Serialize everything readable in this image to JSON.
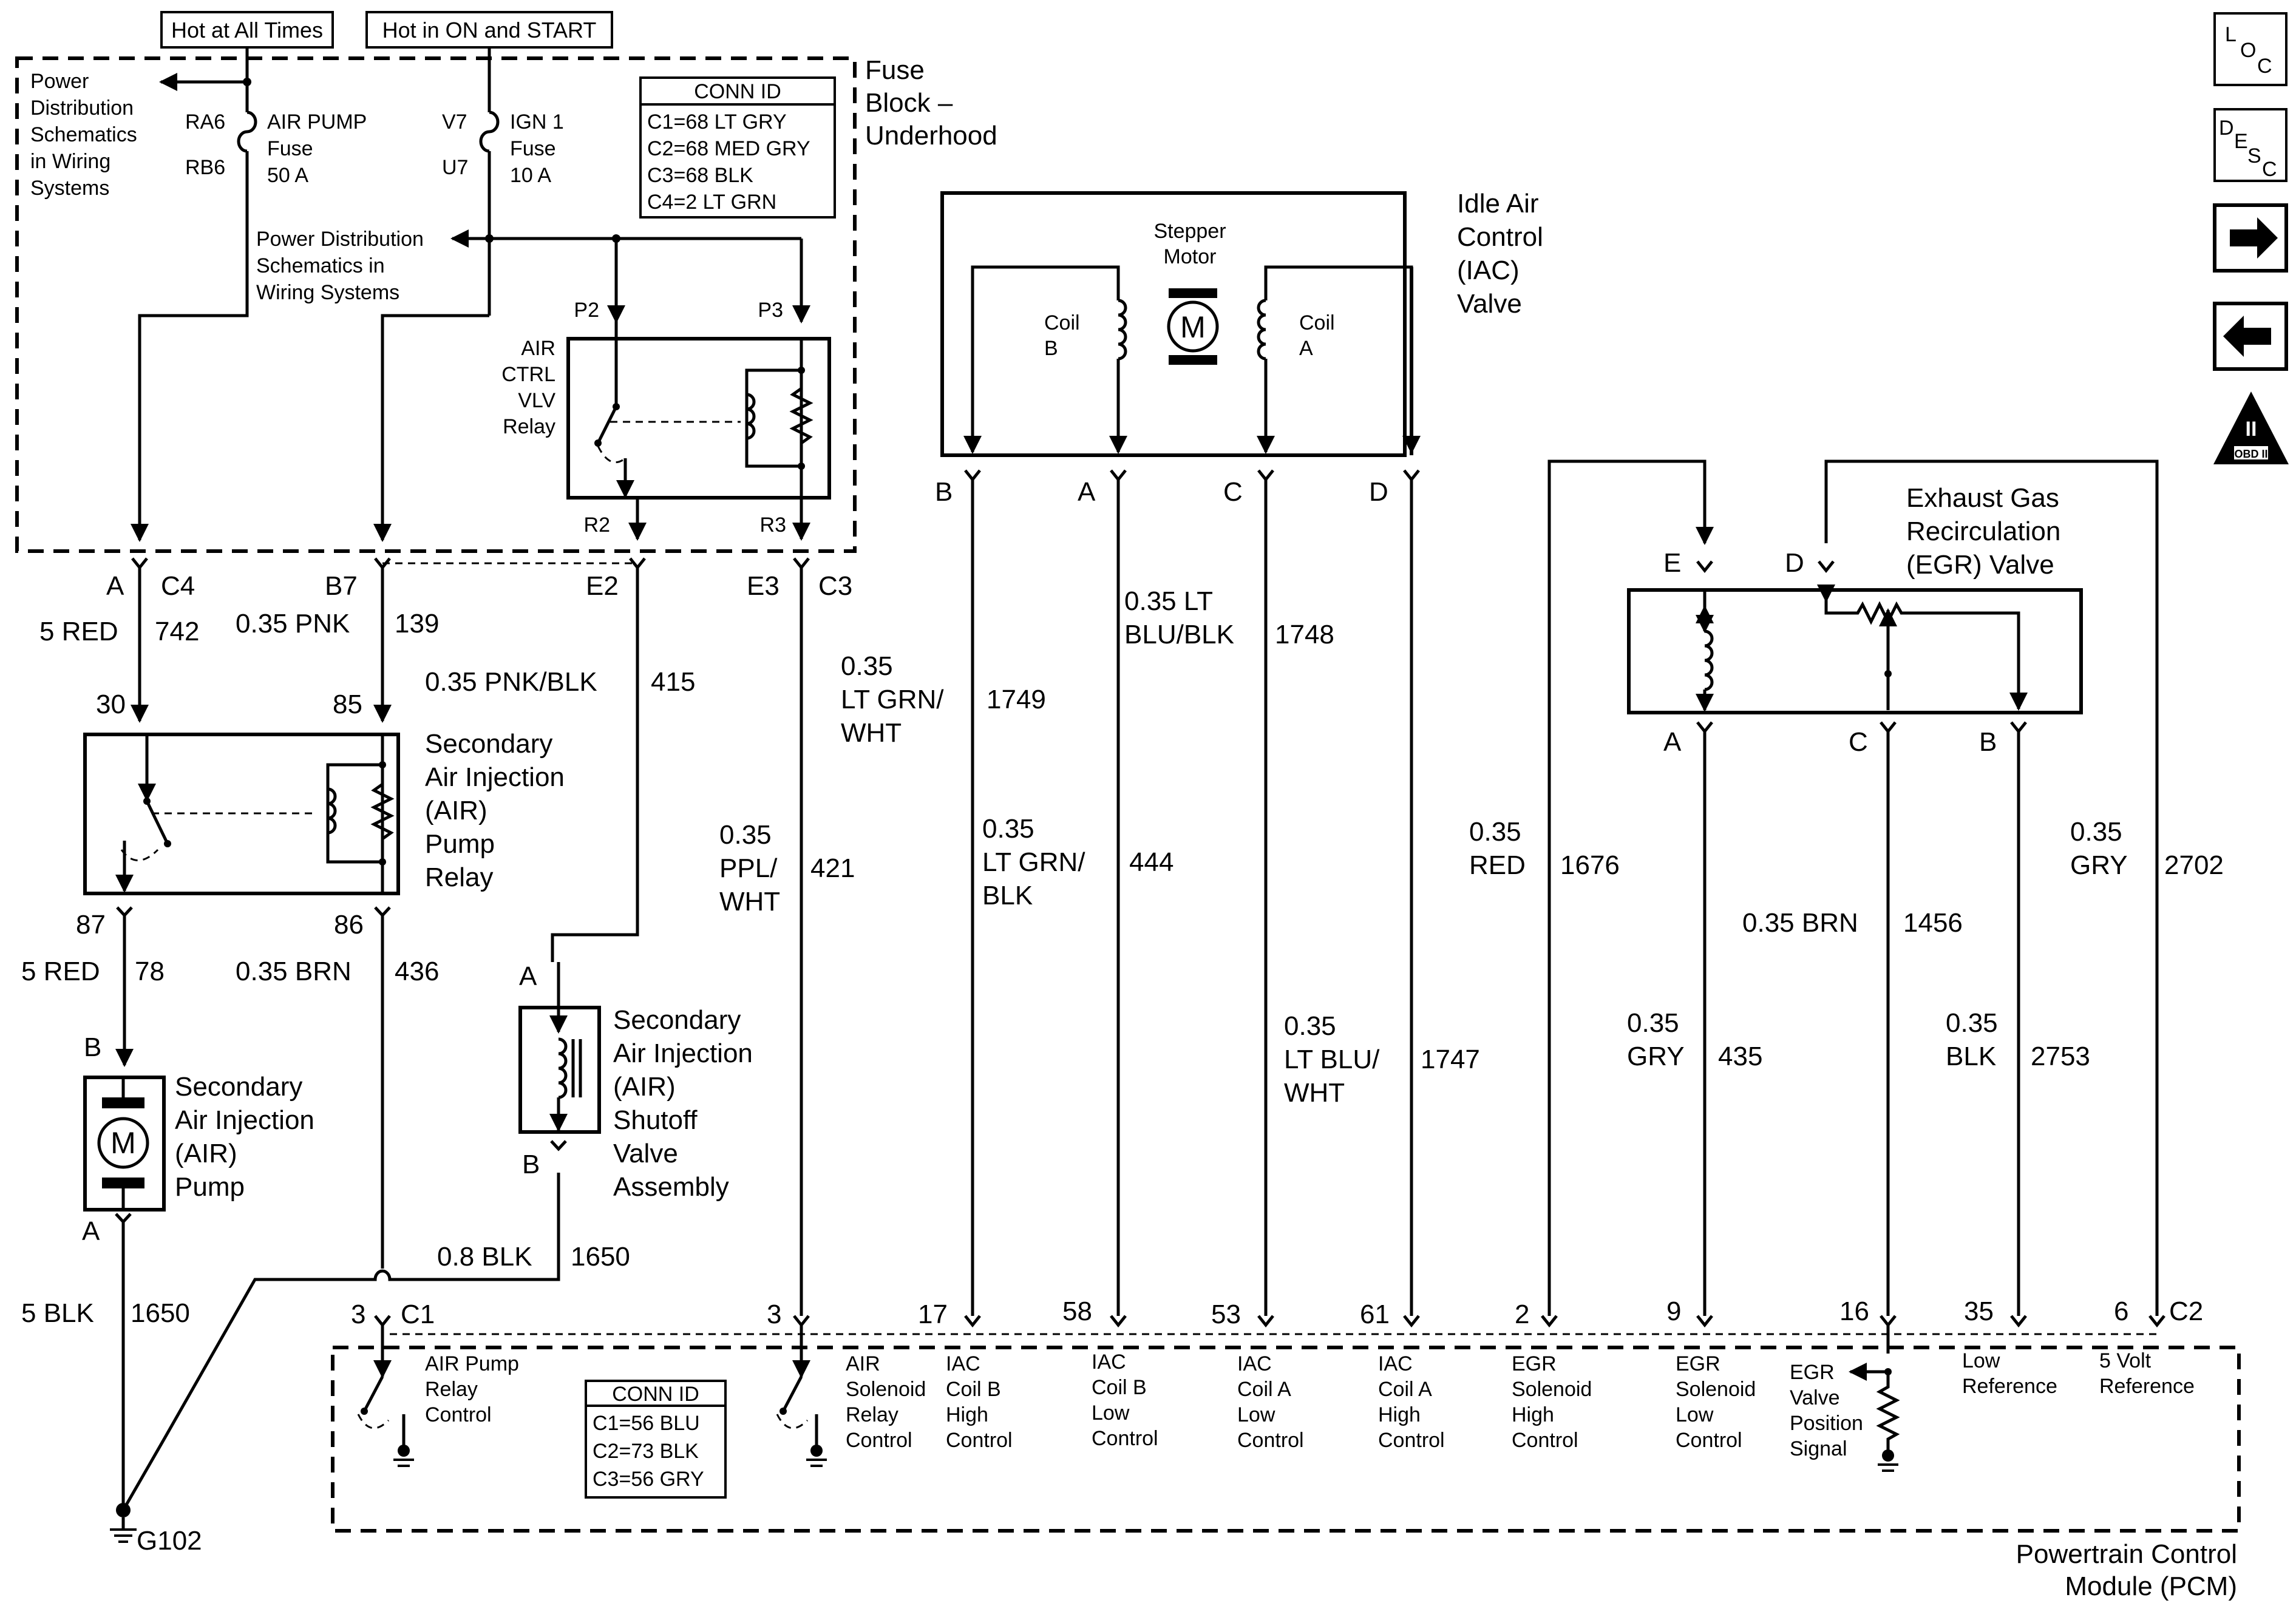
{
  "top_labels": {
    "hot_at_all_times": "Hot at All Times",
    "hot_in_on_start": "Hot in ON and START"
  },
  "fuse_block": {
    "title": [
      "Fuse",
      "Block –",
      "Underhood"
    ],
    "power_dist_1": [
      "Power",
      "Distribution",
      "Schematics",
      "in Wiring",
      "Systems"
    ],
    "power_dist_2": [
      "Power Distribution",
      "Schematics in",
      "Wiring Systems"
    ],
    "fuse_air": {
      "pin_in": "RA6",
      "pin_out": "RB6",
      "label": [
        "AIR PUMP",
        "Fuse",
        "50 A"
      ]
    },
    "fuse_ign": {
      "pin_in": "V7",
      "pin_out": "U7",
      "label": [
        "IGN 1",
        "Fuse",
        "10 A"
      ]
    },
    "conn_id": {
      "title": "CONN ID",
      "rows": [
        "C1=68 LT GRY",
        "C2=68 MED GRY",
        "C3=68 BLK",
        "C4=2 LT GRN"
      ]
    },
    "relay": {
      "label": [
        "AIR",
        "CTRL",
        "VLV",
        "Relay"
      ],
      "pins": [
        "P2",
        "P3",
        "R2",
        "R3"
      ]
    },
    "out_pins": {
      "a": "A",
      "c4": "C4",
      "b7": "B7",
      "e2": "E2",
      "e3": "E3",
      "c3": "C3"
    }
  },
  "wires": {
    "w742": {
      "size": "5 RED",
      "circuit": "742"
    },
    "w139": {
      "size": "0.35 PNK",
      "circuit": "139"
    },
    "w415": {
      "size": "0.35 PNK/BLK",
      "circuit": "415"
    },
    "w421": {
      "size": [
        "0.35",
        "PPL/",
        "WHT"
      ],
      "circuit": "421"
    },
    "w1749": {
      "size": [
        "0.35",
        "LT GRN/",
        "WHT"
      ],
      "circuit": "1749"
    },
    "w444": {
      "size": [
        "0.35",
        "LT GRN/",
        "BLK"
      ],
      "circuit": "444"
    },
    "w1748": {
      "size": [
        "0.35 LT",
        "BLU/BLK"
      ],
      "circuit": "1748"
    },
    "w1747": {
      "size": [
        "0.35",
        "LT BLU/",
        "WHT"
      ],
      "circuit": "1747"
    },
    "w1676": {
      "size": [
        "0.35",
        "RED"
      ],
      "circuit": "1676"
    },
    "w435": {
      "size": [
        "0.35",
        "GRY"
      ],
      "circuit": "435"
    },
    "w1456": {
      "size": "0.35 BRN",
      "circuit": "1456"
    },
    "w2753": {
      "size": [
        "0.35",
        "BLK"
      ],
      "circuit": "2753"
    },
    "w2702": {
      "size": [
        "0.35",
        "GRY"
      ],
      "circuit": "2702"
    },
    "w78": {
      "size": "5 RED",
      "circuit": "78"
    },
    "w436": {
      "size": "0.35 BRN",
      "circuit": "436"
    },
    "w1650a": {
      "size": "0.8 BLK",
      "circuit": "1650"
    },
    "w1650b": {
      "size": "5 BLK",
      "circuit": "1650"
    }
  },
  "pump_relay": {
    "label": [
      "Secondary",
      "Air Injection",
      "(AIR)",
      "Pump",
      "Relay"
    ],
    "pins": [
      "30",
      "85",
      "87",
      "86"
    ]
  },
  "air_pump": {
    "label": [
      "Secondary",
      "Air Injection",
      "(AIR)",
      "Pump"
    ],
    "pin_b": "B",
    "pin_a": "A",
    "motor": "M"
  },
  "shutoff_valve": {
    "label": [
      "Secondary",
      "Air Injection",
      "(AIR)",
      "Shutoff",
      "Valve",
      "Assembly"
    ],
    "pin_a": "A",
    "pin_b": "B"
  },
  "iac": {
    "title": [
      "Idle Air",
      "Control",
      "(IAC)",
      "Valve"
    ],
    "stepper": [
      "Stepper",
      "Motor"
    ],
    "motor": "M",
    "coil_b": [
      "Coil",
      "B"
    ],
    "coil_a": [
      "Coil",
      "A"
    ],
    "pins": [
      "B",
      "A",
      "C",
      "D"
    ]
  },
  "egr": {
    "title": [
      "Exhaust Gas",
      "Recirculation",
      "(EGR) Valve"
    ],
    "top_pins": [
      "E",
      "D"
    ],
    "bottom_pins": [
      "A",
      "C",
      "B"
    ]
  },
  "ground": {
    "label": "G102"
  },
  "pcm": {
    "title": [
      "Powertrain Control",
      "Module (PCM)"
    ],
    "conn_id": {
      "title": "CONN ID",
      "rows": [
        "C1=56 BLU",
        "C2=73 BLK",
        "C3=56 GRY"
      ]
    },
    "connectors": {
      "c1": "C1",
      "c2": "C2"
    },
    "pins": [
      "3",
      "3",
      "17",
      "58",
      "53",
      "61",
      "2",
      "9",
      "16",
      "35",
      "6"
    ],
    "functions": {
      "air_pump_relay": [
        "AIR Pump",
        "Relay",
        "Control"
      ],
      "air_solenoid_relay": [
        "AIR",
        "Solenoid",
        "Relay",
        "Control"
      ],
      "iac_b_high": [
        "IAC",
        "Coil B",
        "High",
        "Control"
      ],
      "iac_b_low": [
        "IAC",
        "Coil B",
        "Low",
        "Control"
      ],
      "iac_a_low": [
        "IAC",
        "Coil A",
        "Low",
        "Control"
      ],
      "iac_a_high": [
        "IAC",
        "Coil A",
        "High",
        "Control"
      ],
      "egr_high": [
        "EGR",
        "Solenoid",
        "High",
        "Control"
      ],
      "egr_low": [
        "EGR",
        "Solenoid",
        "Low",
        "Control"
      ],
      "egr_position": [
        "EGR",
        "Valve",
        "Position",
        "Signal"
      ],
      "low_ref": [
        "Low",
        "Reference"
      ],
      "five_volt": [
        "5 Volt",
        "Reference"
      ]
    }
  },
  "side_icons": {
    "loc": [
      "L",
      "O",
      "C"
    ],
    "desc": [
      "D",
      "E",
      "S",
      "C"
    ],
    "obd_numeral": "II",
    "obd": "OBD II"
  }
}
